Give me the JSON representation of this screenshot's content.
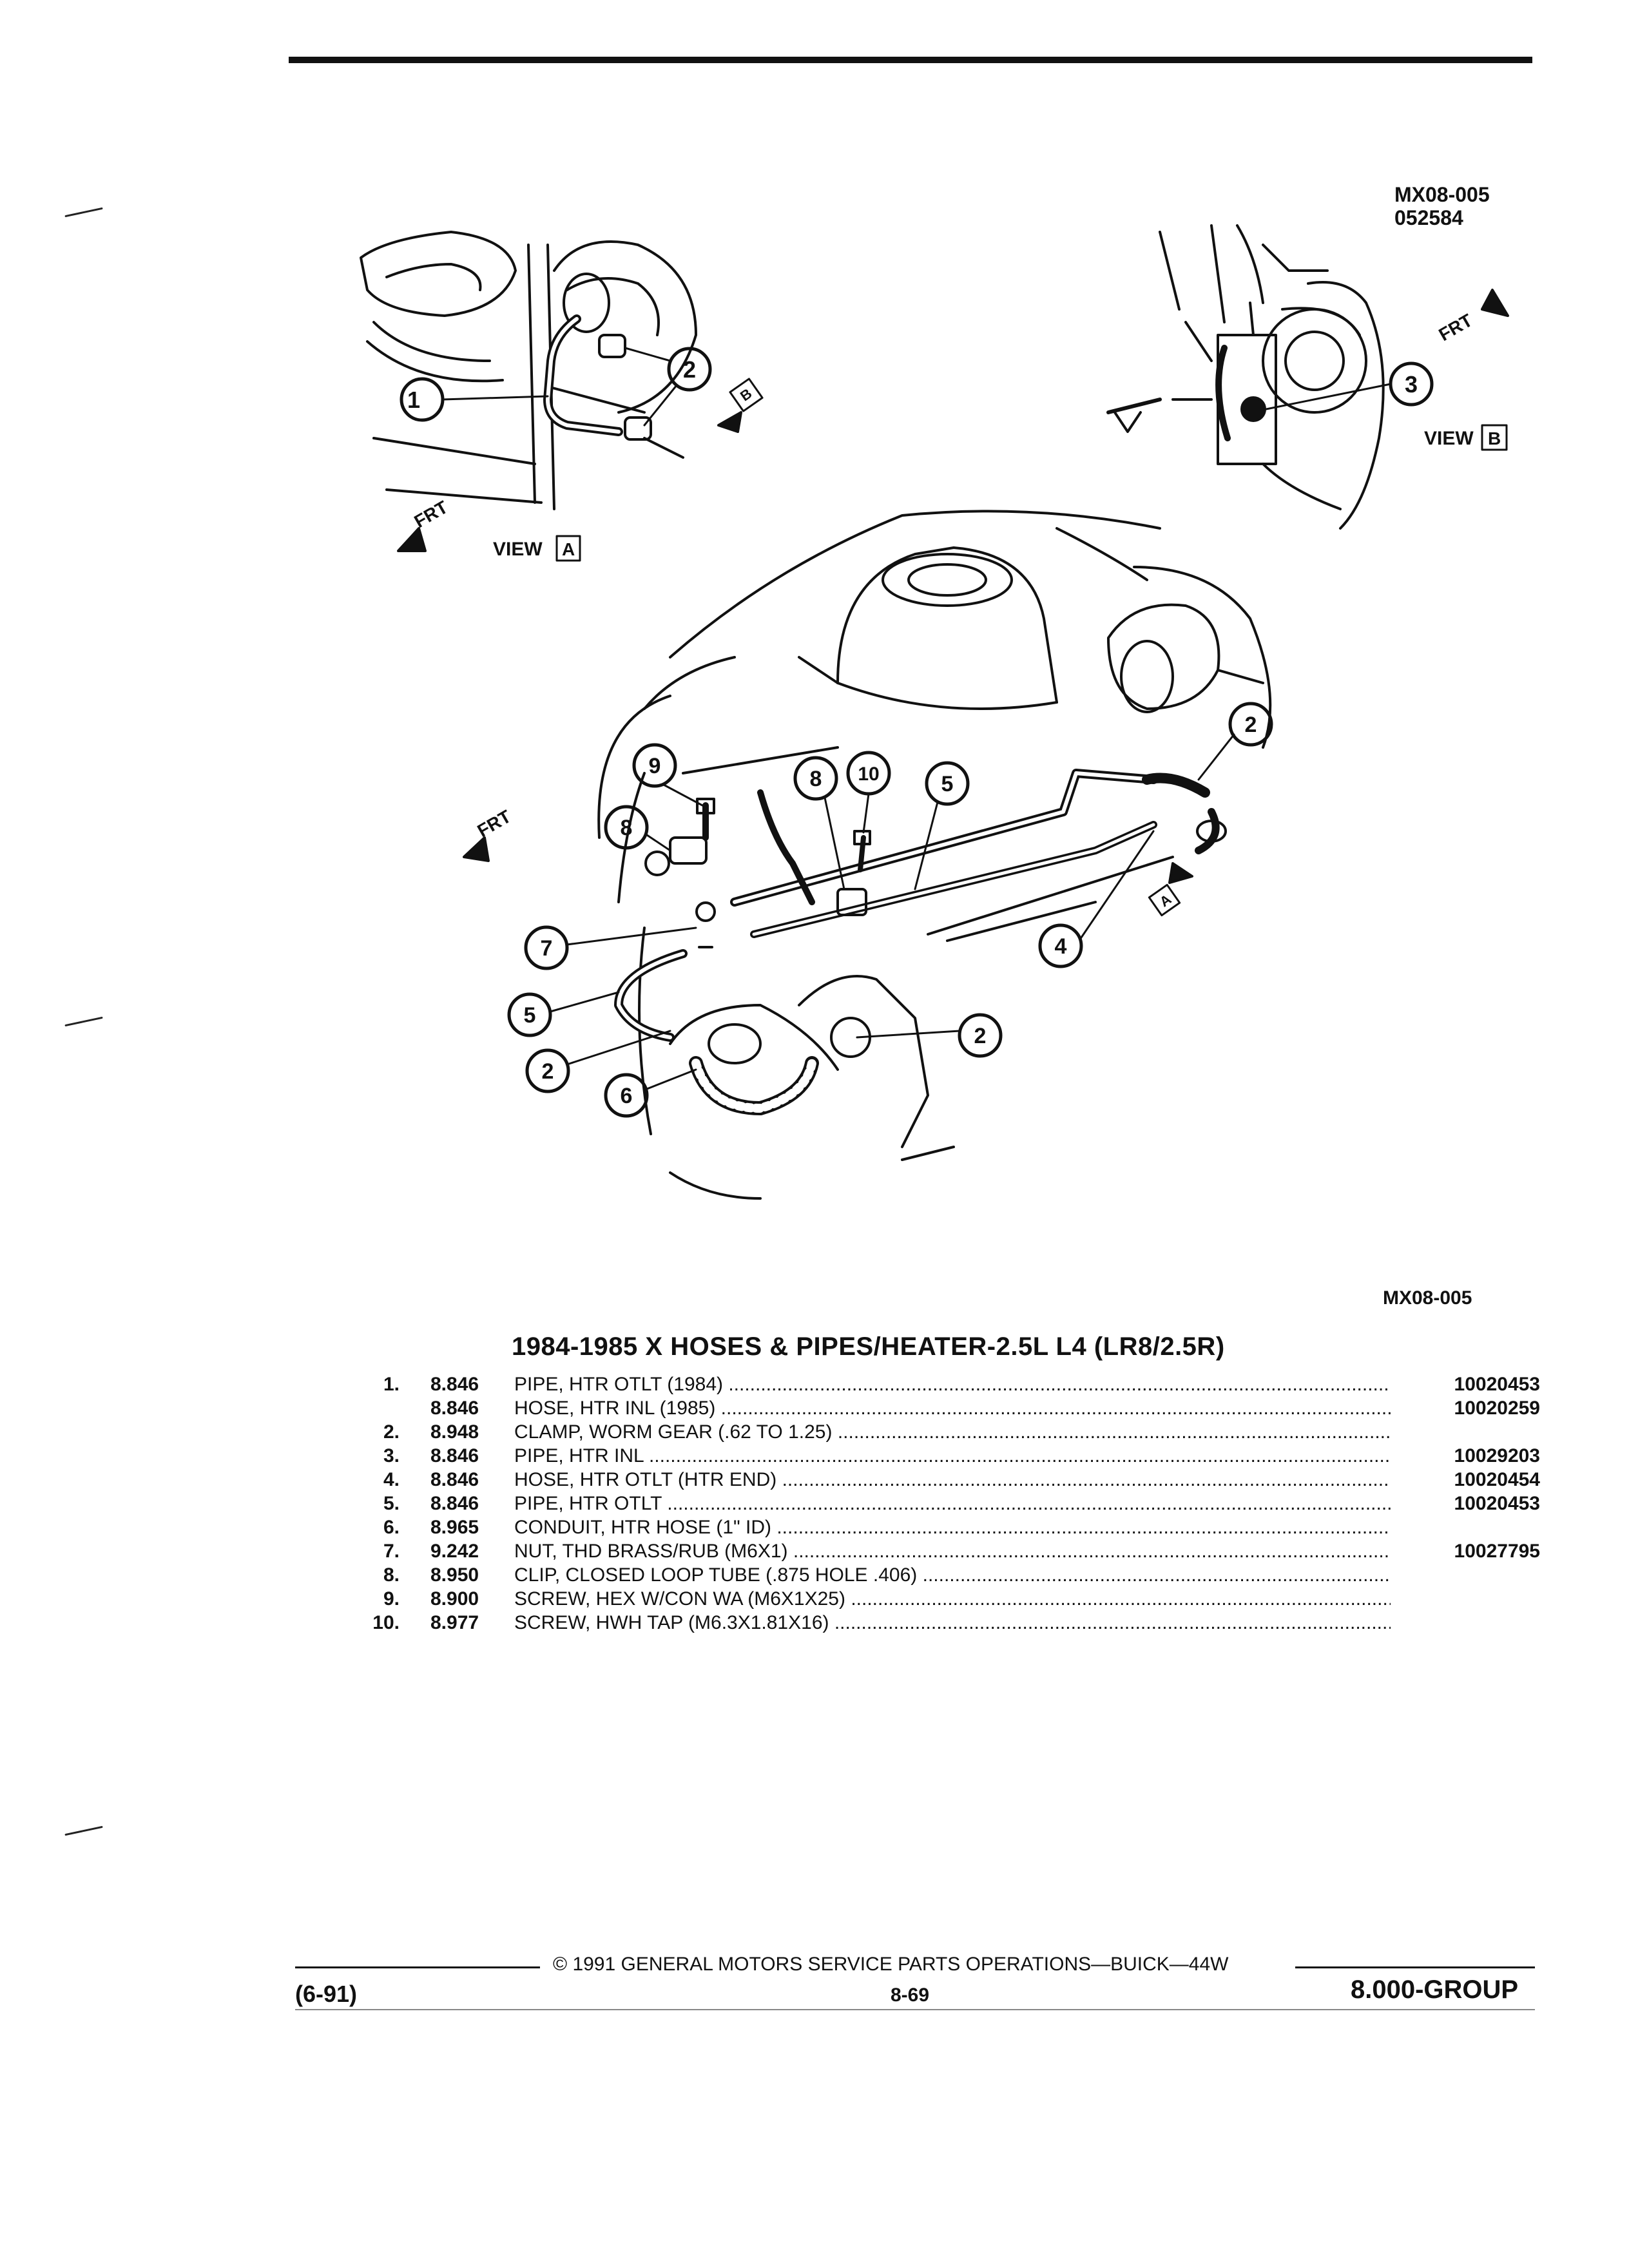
{
  "figure": {
    "codes": [
      "MX08-005",
      "052584"
    ],
    "bottom_code": "MX08-005",
    "view_a_label": "VIEW",
    "view_a_letter": "A",
    "view_b_label": "VIEW",
    "view_b_letter": "B",
    "front_label": "FRT",
    "callouts": [
      "1",
      "2",
      "3",
      "4",
      "5",
      "6",
      "7",
      "8",
      "9",
      "10"
    ]
  },
  "parts_list": {
    "title": "1984-1985 X HOSES & PIPES/HEATER-2.5L L4 (LR8/2.5R)",
    "items": [
      {
        "num": "1.",
        "group": "8.846",
        "name": "PIPE",
        "detail": ", HTR OTLT (1984)",
        "part": "10020453"
      },
      {
        "num": "",
        "group": "8.846",
        "name": "HOSE",
        "detail": ", HTR INL (1985)",
        "part": "10020259"
      },
      {
        "num": "2.",
        "group": "8.948",
        "name": "CLAMP",
        "detail": ", WORM GEAR (.62 TO 1.25)",
        "part": ""
      },
      {
        "num": "3.",
        "group": "8.846",
        "name": "PIPE",
        "detail": ", HTR INL",
        "part": "10029203"
      },
      {
        "num": "4.",
        "group": "8.846",
        "name": "HOSE",
        "detail": ", HTR OTLT (HTR END)",
        "part": "10020454"
      },
      {
        "num": "5.",
        "group": "8.846",
        "name": "PIPE",
        "detail": ", HTR OTLT",
        "part": "10020453"
      },
      {
        "num": "6.",
        "group": "8.965",
        "name": "CONDUIT",
        "detail": ", HTR HOSE (1\" ID)",
        "part": ""
      },
      {
        "num": "7.",
        "group": "9.242",
        "name": "NUT",
        "detail": ", THD BRASS/RUB (M6X1)",
        "part": "10027795"
      },
      {
        "num": "8.",
        "group": "8.950",
        "name": "CLIP",
        "detail": ", CLOSED LOOP TUBE (.875 HOLE .406)",
        "part": ""
      },
      {
        "num": "9.",
        "group": "8.900",
        "name": "SCREW",
        "detail": ", HEX W/CON WA (M6X1X25)",
        "part": ""
      },
      {
        "num": "10.",
        "group": "8.977",
        "name": "SCREW",
        "detail": ", HWH TAP (M6.3X1.81X16)",
        "part": ""
      }
    ]
  },
  "footer": {
    "copyright": "© 1991 GENERAL MOTORS SERVICE PARTS OPERATIONS—BUICK—44W",
    "revision": "(6-91)",
    "page": "8-69",
    "group": "8.000-GROUP"
  }
}
